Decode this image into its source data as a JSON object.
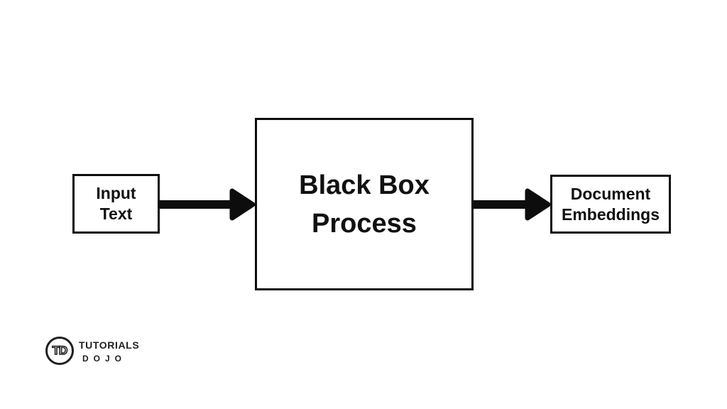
{
  "diagram": {
    "type": "flowchart",
    "direction": "left-to-right",
    "nodes": [
      {
        "id": "input-text",
        "lines": [
          "Input",
          "Text"
        ]
      },
      {
        "id": "black-box-process",
        "lines": [
          "Black Box",
          "Process"
        ]
      },
      {
        "id": "document-embeddings",
        "lines": [
          "Document",
          "Embeddings"
        ]
      }
    ],
    "edges": [
      {
        "from": "input-text",
        "to": "black-box-process",
        "style": "thick-black-arrow"
      },
      {
        "from": "black-box-process",
        "to": "document-embeddings",
        "style": "thick-black-arrow"
      }
    ],
    "colors": {
      "ink": "#0d0d0d",
      "text": "#111111",
      "background": "#ffffff"
    }
  },
  "logo": {
    "monogram": "TD",
    "title": "TUTORIALS",
    "subtitle": "DOJO"
  }
}
